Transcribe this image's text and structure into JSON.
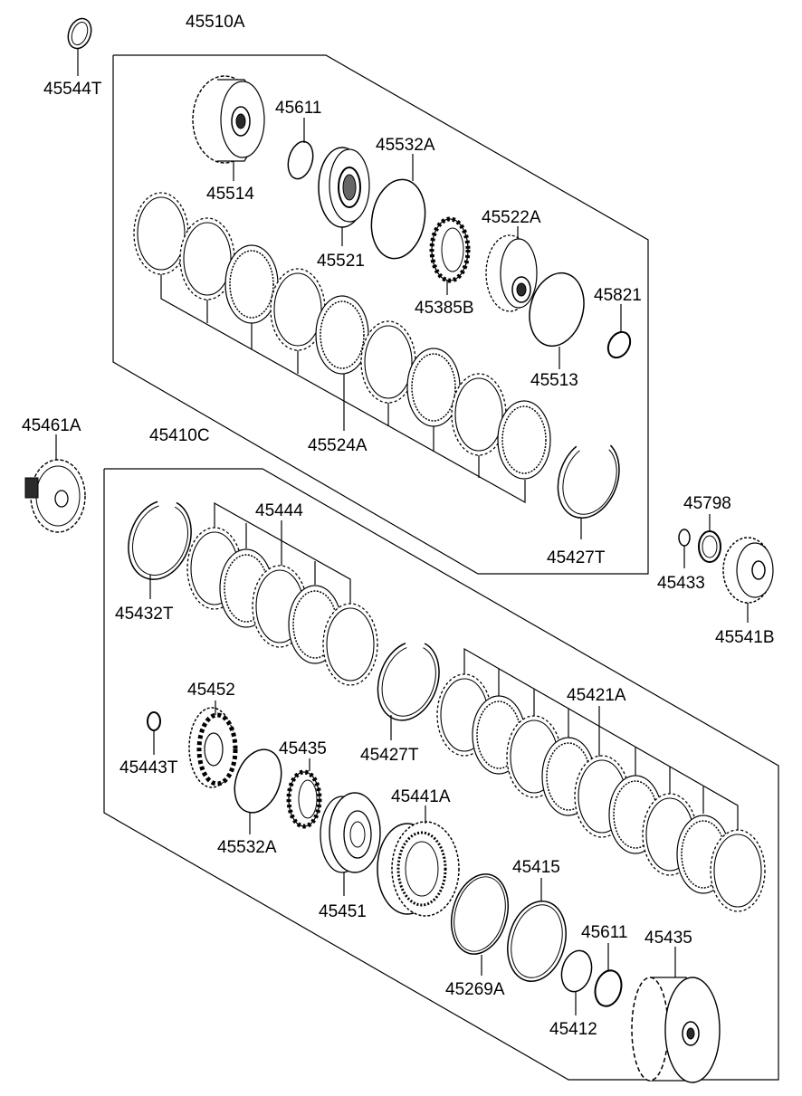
{
  "labels": {
    "l45544T": "45544T",
    "l45510A": "45510A",
    "l45611a": "45611",
    "l45532Aa": "45532A",
    "l45514": "45514",
    "l45521": "45521",
    "l45522A": "45522A",
    "l45385B": "45385B",
    "l45821": "45821",
    "l45513": "45513",
    "l45524A": "45524A",
    "l45461A": "45461A",
    "l45410C": "45410C",
    "l45444": "45444",
    "l45427Ta": "45427T",
    "l45798": "45798",
    "l45433": "45433",
    "l45541B": "45541B",
    "l45432T": "45432T",
    "l45452": "45452",
    "l45427Tb": "45427T",
    "l45421A": "45421A",
    "l45435a": "45435",
    "l45443T": "45443T",
    "l45441A": "45441A",
    "l45532Ab": "45532A",
    "l45451": "45451",
    "l45415": "45415",
    "l45611b": "45611",
    "l45435b": "45435",
    "l45269A": "45269A",
    "l45412": "45412"
  }
}
